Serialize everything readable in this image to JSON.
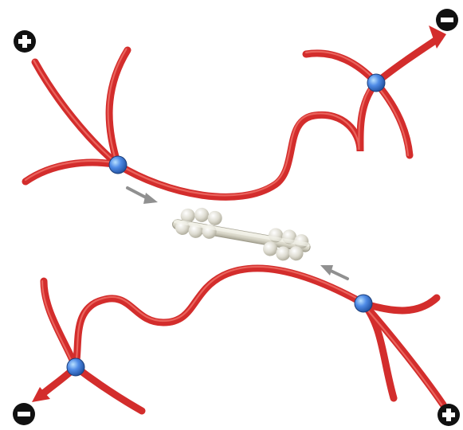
{
  "diagram": {
    "colors": {
      "filament": "#d32d2c",
      "filament_highlight": "#f26b61",
      "node": "#3f79d6",
      "node_highlight": "#9fd0ff",
      "motor": "#d8d6c8",
      "motor_shade": "#aaa797",
      "arrow": "#8f8f8f",
      "polarity_fill": "#111111",
      "polarity_symbol": "#ffffff"
    },
    "polarity_markers": [
      {
        "id": "top-left",
        "sign": "plus"
      },
      {
        "id": "top-right",
        "sign": "minus"
      },
      {
        "id": "bottom-left",
        "sign": "minus"
      },
      {
        "id": "bottom-right",
        "sign": "plus"
      }
    ],
    "icons": [
      "plus-icon",
      "minus-icon",
      "arrow-icon",
      "motor-protein-icon"
    ]
  }
}
